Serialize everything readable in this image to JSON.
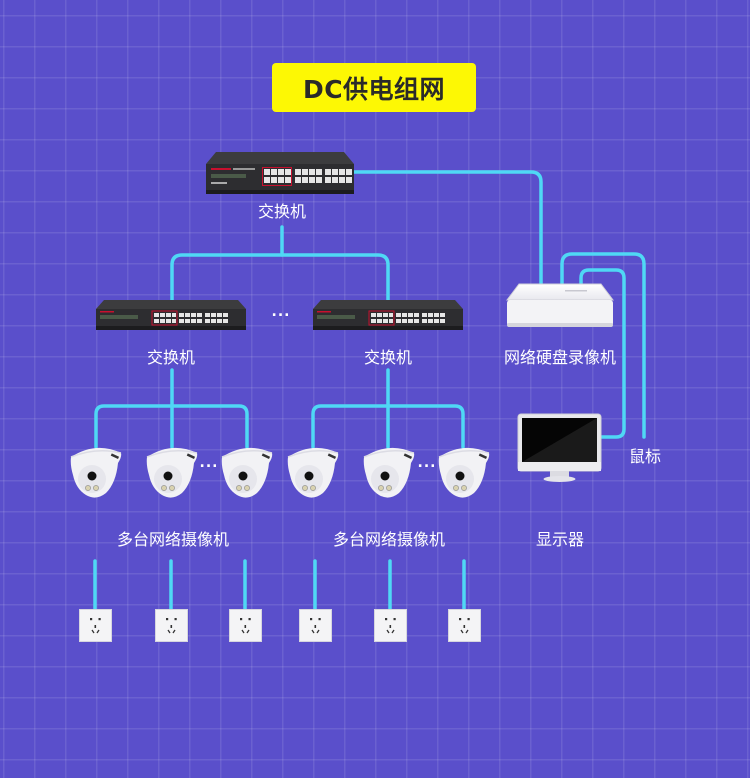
{
  "title": "DC供电组网",
  "colors": {
    "background": "#5a4fcb",
    "title_bg": "#fdf804",
    "connector_line": "#4fd8f5",
    "label_text": "#ffffff"
  },
  "nodes": {
    "core_switch": {
      "label": "交换机",
      "icon": "switch-icon"
    },
    "access_switches": [
      {
        "label": "交换机",
        "icon": "switch-icon"
      },
      {
        "label": "交换机",
        "icon": "switch-icon"
      }
    ],
    "switch_ellipsis": "...",
    "nvr": {
      "label": "网络硬盘录像机",
      "icon": "nvr-icon"
    },
    "monitor": {
      "label": "显示器",
      "icon": "monitor-icon"
    },
    "mouse": {
      "label": "鼠标"
    },
    "camera_groups": [
      {
        "label": "多台网络摄像机",
        "ellipsis": "...",
        "camera_count_shown": 3,
        "icon": "dome-camera-icon"
      },
      {
        "label": "多台网络摄像机",
        "ellipsis": "...",
        "camera_count_shown": 3,
        "icon": "dome-camera-icon"
      }
    ],
    "power_outlets": {
      "count": 6,
      "icon": "power-outlet-icon"
    }
  }
}
